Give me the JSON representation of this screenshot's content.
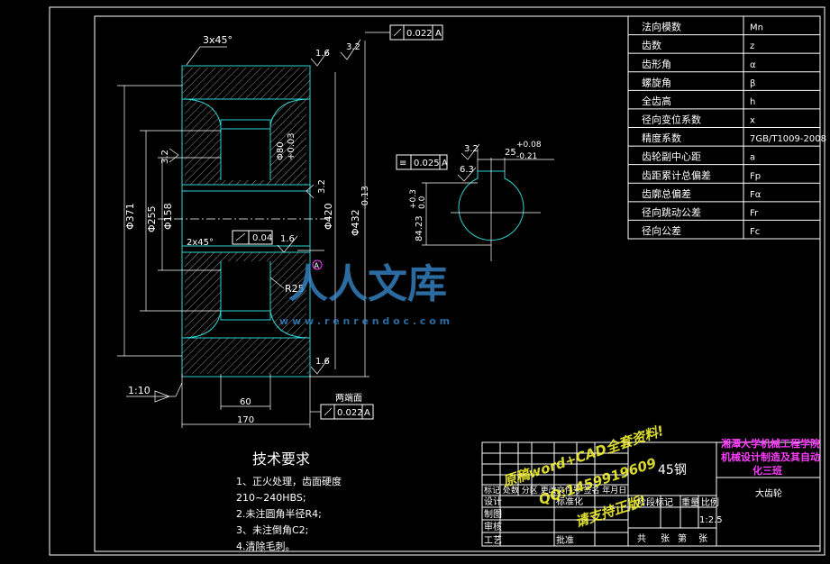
{
  "drawing": {
    "title_material": "45钢",
    "part_name": "大齿轮",
    "university": "湘潭大学机械工程学院",
    "course": "机械设计制造及其自动",
    "class": "化三班",
    "scale_label": "比例",
    "scale_value": "1:2.5",
    "stage_mark": "阶段标记",
    "weight": "重量",
    "sheet_total": "共",
    "sheet_unit1": "张",
    "sheet_of": "第",
    "sheet_unit2": "张",
    "revision_row": "标记 处数 分区 更改文件号 签名 年月日",
    "design": "设计",
    "standardize": "标准化",
    "drafting": "制图",
    "check": "审核",
    "process": "工艺",
    "approve": "批准"
  },
  "params": [
    {
      "name": "法向模数",
      "value": "Mn"
    },
    {
      "name": "齿数",
      "value": "z"
    },
    {
      "name": "齿形角",
      "value": "α"
    },
    {
      "name": "螺旋角",
      "value": "β"
    },
    {
      "name": "全齿高",
      "value": "h"
    },
    {
      "name": "径向变位系数",
      "value": "x"
    },
    {
      "name": "精度系数",
      "value": "7GB/T1009-2008"
    },
    {
      "name": "齿轮副中心距",
      "value": "a"
    },
    {
      "name": "齿距累计总偏差",
      "value": "Fp"
    },
    {
      "name": "齿廓总偏差",
      "value": "Fα"
    },
    {
      "name": "径向跳动公差",
      "value": "Fr"
    },
    {
      "name": "径向公差",
      "value": "Fc"
    }
  ],
  "requirements": {
    "title": "技术要求",
    "items": [
      "1、正火处理，齿面硬度",
      "210~240HBS;",
      "2.未注圆角半径R4;",
      "3、未注倒角C2;",
      "4.清除毛刺。"
    ]
  },
  "dims": {
    "chamfer_top": "3x45°",
    "rough_16a": "1.6",
    "rough_32a": "3.2",
    "runout_top": "0.022",
    "datum_a": "A",
    "rough_32b": "3.2",
    "rough_16b": "1.6",
    "rough_16c": "1.6",
    "dia_371": "Φ371",
    "dia_255": "Φ255",
    "dia_158": "Φ158",
    "dia_420": "Φ420",
    "dia_432": "Φ432",
    "tol_432": "-0.13",
    "hole_dim": "Φ80",
    "hole_tol": "+0.03",
    "chamfer_mid": "2x45°",
    "flat_tol": "0.04",
    "radius": "R25",
    "width_60": "60",
    "width_170": "170",
    "taper": "1:10",
    "runout_bottom": "0.022",
    "face_label": "两端面",
    "sym_tol": "0.025",
    "rough_32c": "3.2",
    "rough_63": "6.3",
    "key_width": "25",
    "key_tol_up": "+0.08",
    "key_tol_dn": "-0.21",
    "key_depth": "84.23",
    "key_depth_up": "+0.3",
    "key_depth_dn": "0.0"
  },
  "watermark": {
    "logo": "人人文库",
    "url": "w w w . r e n r e n d o c . c o m",
    "line1": "原稿word+CAD全套资料!",
    "line2": "QQ:1459919609",
    "line3": "请支持正版!"
  },
  "colors": {
    "background": "#000000",
    "lines": "#ffffff",
    "geometry": "#2fd3d3",
    "accent": "#ff3cff"
  }
}
